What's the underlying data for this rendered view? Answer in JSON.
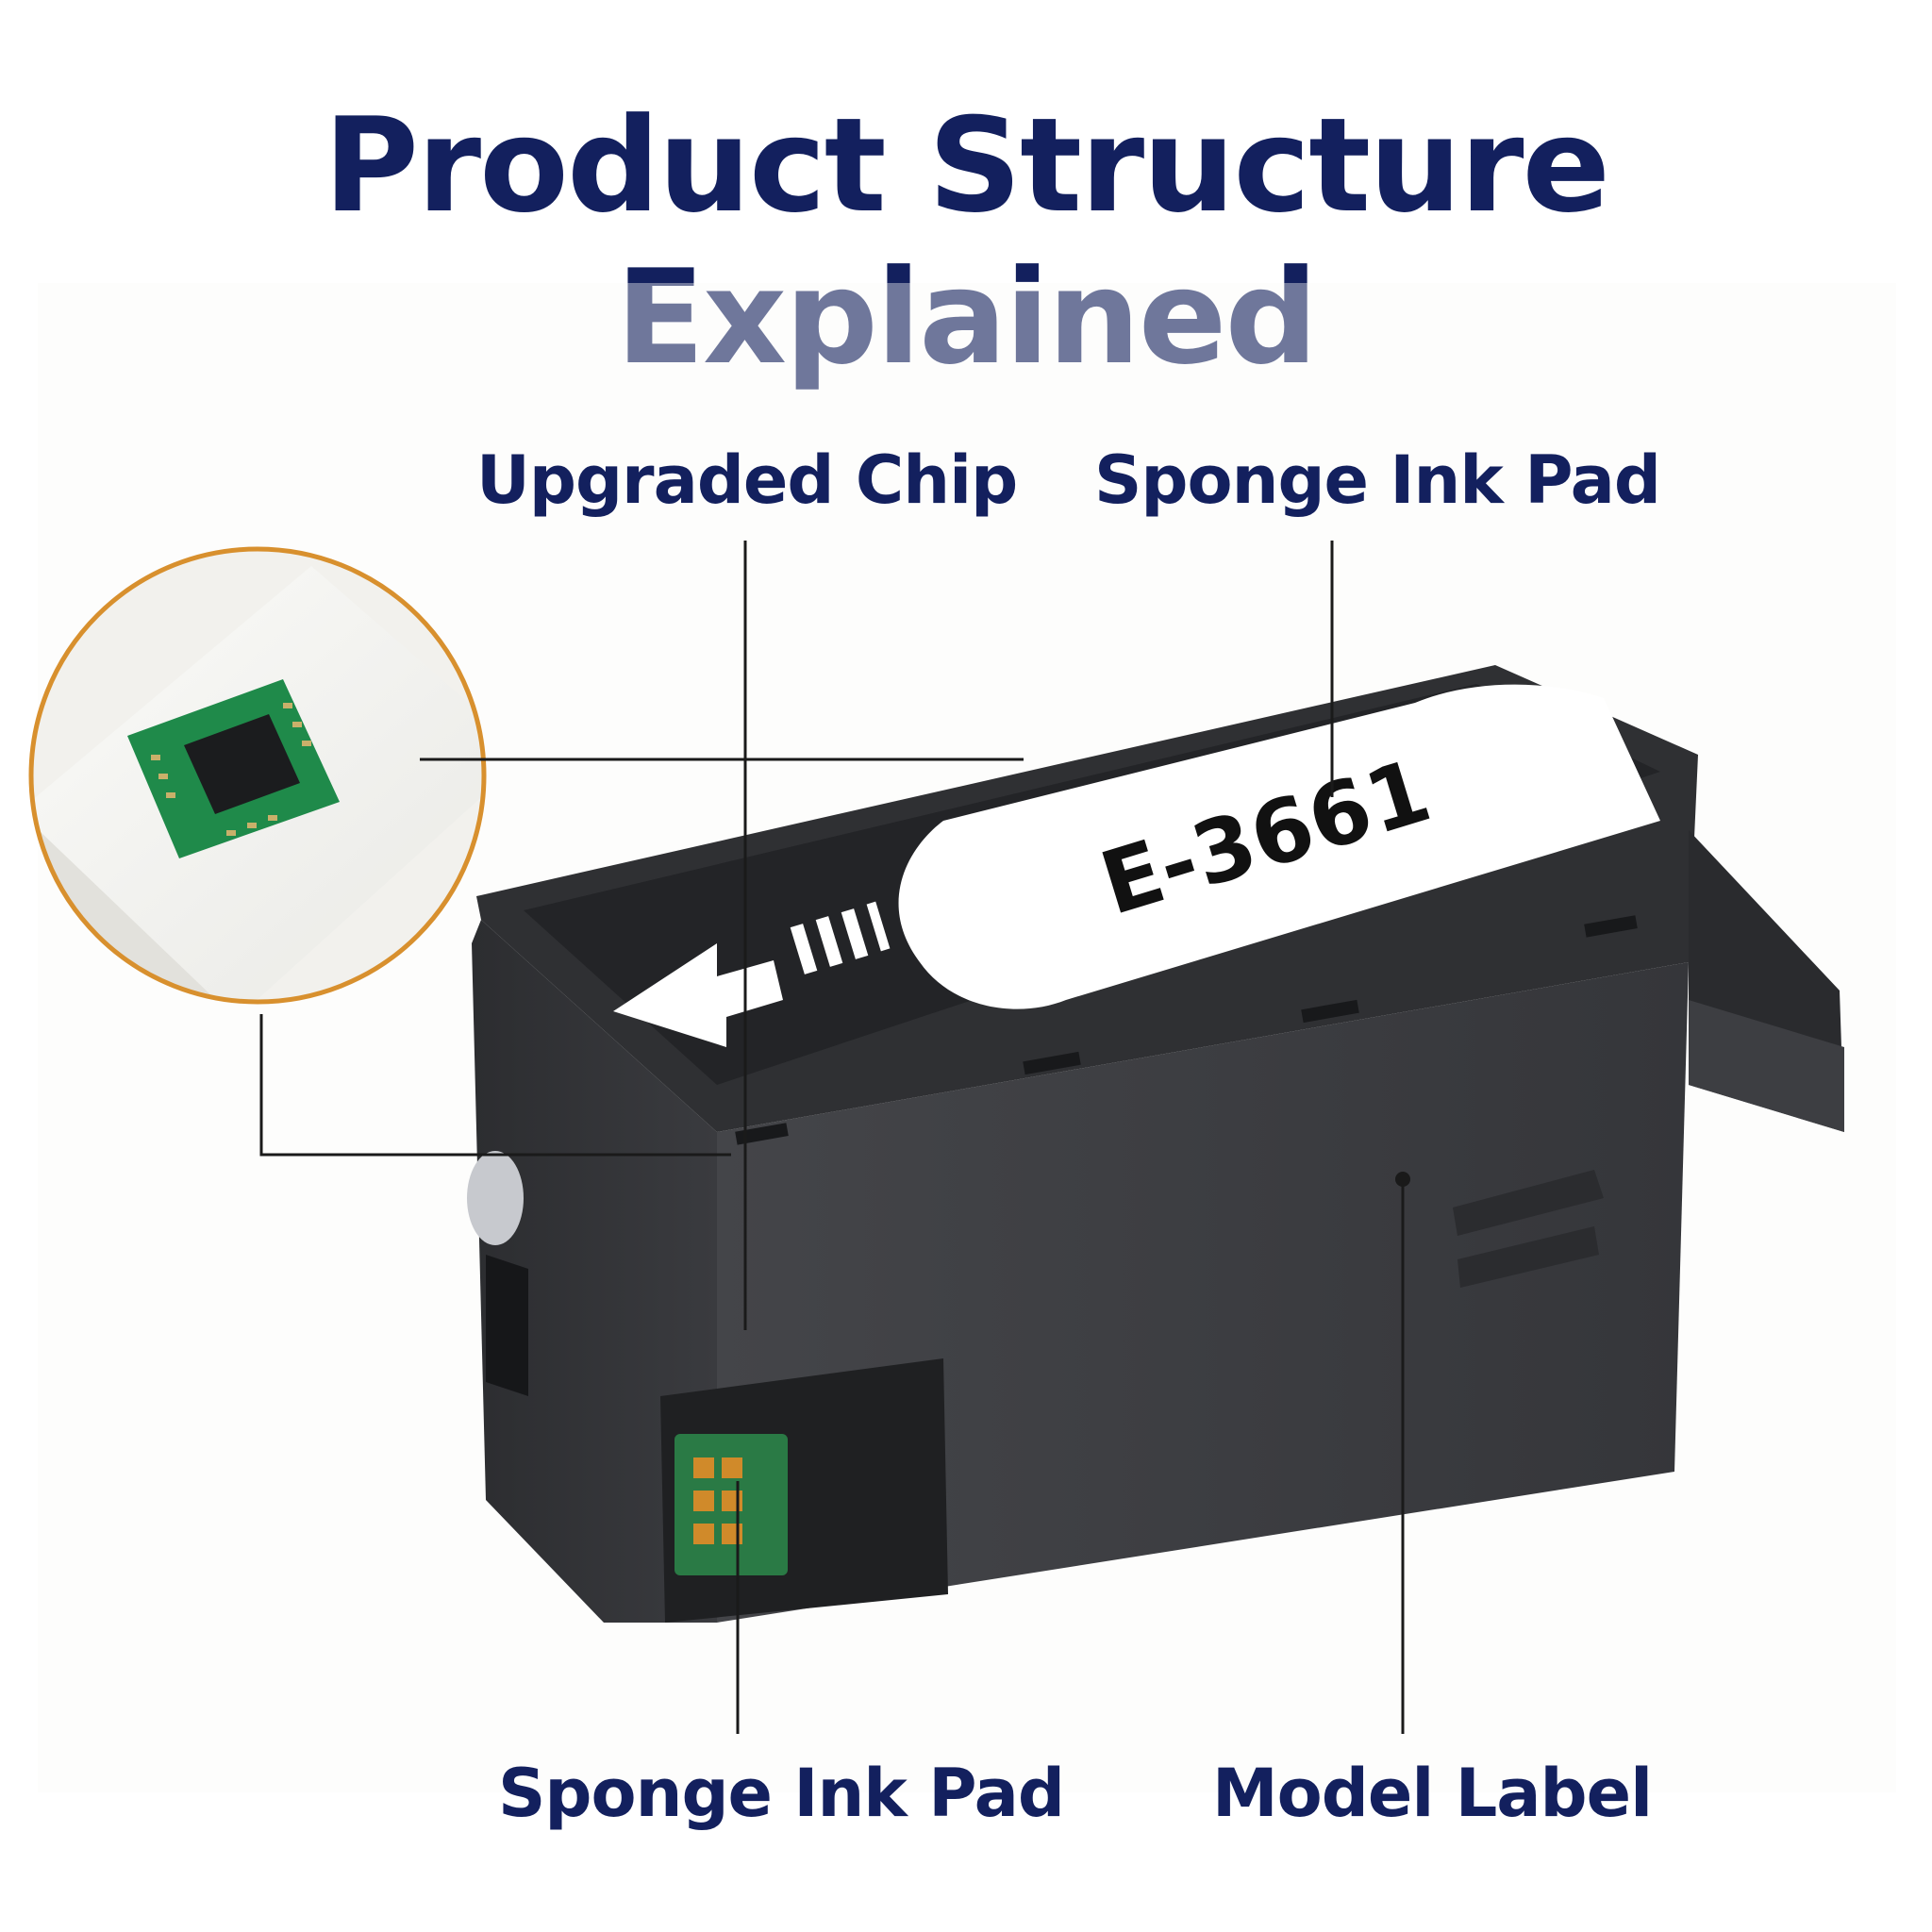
{
  "title": "Product Structure Explained",
  "product": {
    "model_code": "E-3661",
    "body_color": "#3a3b3f",
    "top_color": "#26272a",
    "label_color": "#ffffff"
  },
  "callouts": {
    "chip": "Upgraded Chip",
    "pad_top": "Sponge Ink Pad",
    "pad_bottom": "Sponge Ink Pad",
    "model_label": "Model Label"
  },
  "colors": {
    "heading": "#13205e",
    "leader_line": "#1a1a1a",
    "inset_ring": "#d8902e",
    "chip_pcb": "#1f8a4a"
  },
  "icons": {
    "arrow": "left-arrow-icon",
    "chip": "microchip-icon"
  }
}
